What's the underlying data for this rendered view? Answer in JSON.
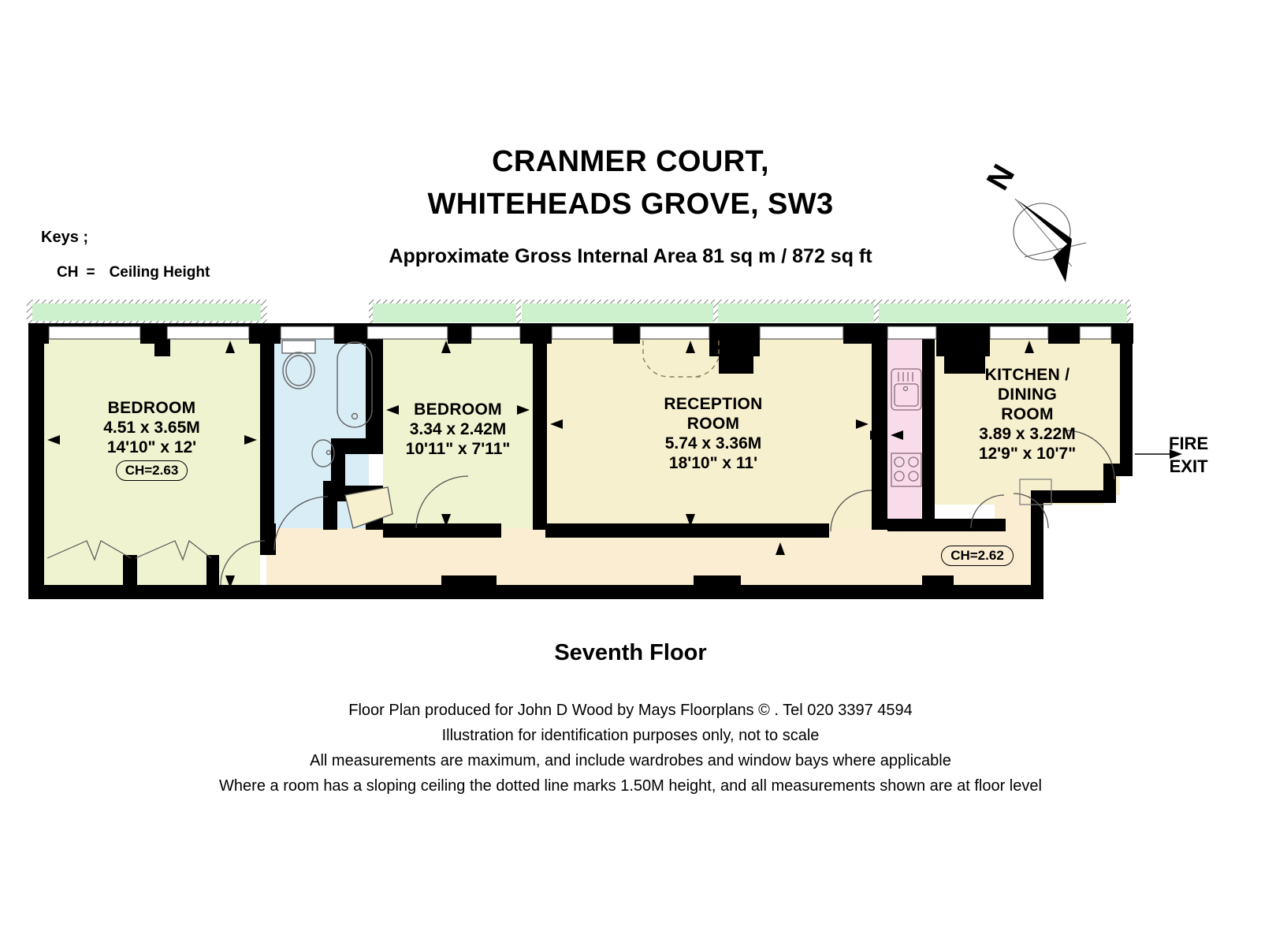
{
  "header": {
    "title_line1": "CRANMER COURT,",
    "title_line2": "WHITEHEADS GROVE, SW3",
    "area_line": "Approximate Gross Internal Area 81 sq m  /  872 sq ft"
  },
  "keys": {
    "heading": "Keys ;",
    "abbr": "CH",
    "equals": "=",
    "definition": "Ceiling Height"
  },
  "compass": {
    "north_label": "N"
  },
  "rooms": [
    {
      "id": "bedroom-1",
      "name": "BEDROOM",
      "metric": "4.51 x 3.65M",
      "imperial": "14'10\" x 12'",
      "ceiling_height": "CH=2.63",
      "fill": "#eff3cf"
    },
    {
      "id": "bedroom-2",
      "name": "BEDROOM",
      "metric": "3.34 x 2.42M",
      "imperial": "10'11\" x 7'11\"",
      "ceiling_height": "",
      "fill": "#eff3cf"
    },
    {
      "id": "reception-room",
      "name_line1": "RECEPTION",
      "name_line2": "ROOM",
      "metric": "5.74 x 3.36M",
      "imperial": "18'10\" x 11'",
      "ceiling_height": "",
      "fill": "#f7f0ce"
    },
    {
      "id": "kitchen-dining-room",
      "name_line1": "KITCHEN /",
      "name_line2": "DINING",
      "name_line3": "ROOM",
      "metric": "3.89 x 3.22M",
      "imperial": "12'9\" x 10'7\"",
      "ceiling_height": "",
      "fill": "#f7f0ce"
    }
  ],
  "hallway": {
    "ceiling_height": "CH=2.62"
  },
  "annotations": {
    "fire_exit_line1": "FIRE",
    "fire_exit_line2": "EXIT"
  },
  "floor_caption": "Seventh Floor",
  "footer": {
    "line1": "Floor Plan produced for John D Wood by Mays Floorplans  © . Tel 020 3397 4594",
    "line2": "Illustration for identification purposes only, not to scale",
    "line3": "All measurements are maximum, and include wardrobes and window bays where applicable",
    "line4": "Where a room has a sloping ceiling the dotted line marks 1.50M height, and all measurements shown are at floor level"
  },
  "colors": {
    "wall": "#000000",
    "bedroom_fill": "#eff3cf",
    "reception_fill": "#f7f0ce",
    "hall_fill": "#faedd2",
    "bathroom_fill": "#d9edf7",
    "kitchen_fill": "#f9dcea",
    "balcony_fill": "#cdf0cd"
  }
}
